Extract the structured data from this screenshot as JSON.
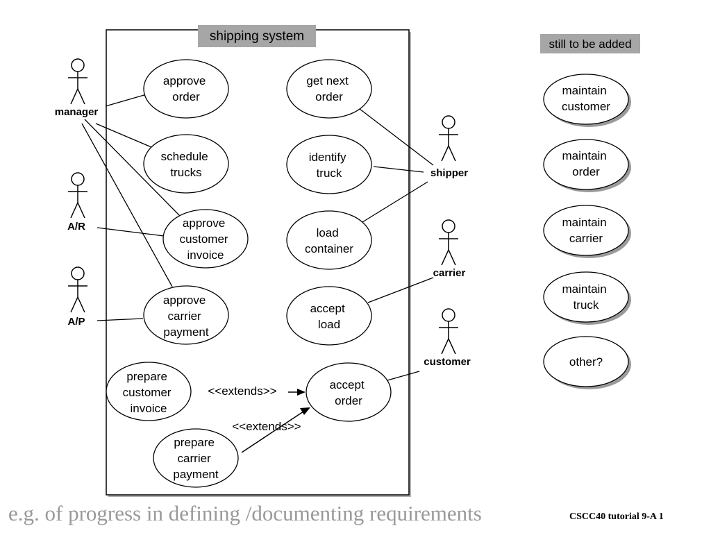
{
  "system": {
    "title": "shipping system"
  },
  "actors": {
    "manager": "manager",
    "ar": "A/R",
    "ap": "A/P",
    "shipper": "shipper",
    "carrier": "carrier",
    "customer": "customer"
  },
  "use_cases": {
    "approve_order": [
      "approve",
      "order"
    ],
    "schedule_trucks": [
      "schedule",
      "trucks"
    ],
    "approve_customer_invoice": [
      "approve",
      "customer",
      "invoice"
    ],
    "approve_carrier_payment": [
      "approve",
      "carrier",
      "payment"
    ],
    "get_next_order": [
      "get next",
      "order"
    ],
    "identify_truck": [
      "identify",
      "truck"
    ],
    "load_container": [
      "load",
      "container"
    ],
    "accept_load": [
      "accept",
      "load"
    ],
    "prepare_customer_invoice": [
      "prepare",
      "customer",
      "invoice"
    ],
    "accept_order": [
      "accept",
      "order"
    ],
    "prepare_carrier_payment": [
      "prepare",
      "carrier",
      "payment"
    ]
  },
  "relations": {
    "extends_1": "<<extends>>",
    "extends_2": "<<extends>>"
  },
  "pending": {
    "title": "still to be added",
    "items": {
      "maintain_customer": [
        "maintain",
        "customer"
      ],
      "maintain_order": [
        "maintain",
        "order"
      ],
      "maintain_carrier": [
        "maintain",
        "carrier"
      ],
      "maintain_truck": [
        "maintain",
        "truck"
      ],
      "other": [
        "other?"
      ]
    }
  },
  "caption": "e.g. of progress in defining /documenting requirements",
  "footer": "CSCC40 tutorial 9-A   1",
  "colors": {
    "label_box": "#a6a6a6",
    "caption": "#999999",
    "ellipse_shadow": "#9a9a9a"
  }
}
